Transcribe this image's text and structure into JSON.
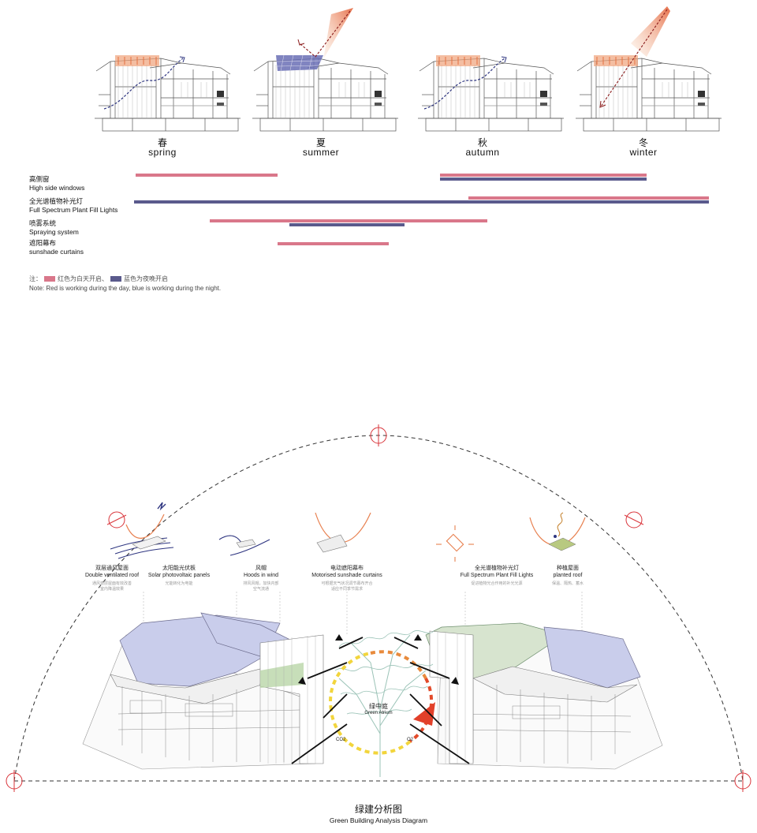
{
  "seasons": [
    {
      "cn": "春",
      "en": "spring"
    },
    {
      "cn": "夏",
      "en": "summer"
    },
    {
      "cn": "秋",
      "en": "autumn"
    },
    {
      "cn": "冬",
      "en": "winter"
    }
  ],
  "rows": [
    {
      "cn": "高侧窗",
      "en": "High side windows"
    },
    {
      "cn": "全光谱植物补光灯",
      "en": "Full Spectrum Plant Fill Lights"
    },
    {
      "cn": "喷雾系统",
      "en": "Spraying system"
    },
    {
      "cn": "遮阳幕布",
      "en": "sunshade curtains"
    }
  ],
  "note": {
    "cn_prefix": "注：",
    "cn_red": "红色为白天开启、",
    "cn_blue": "蓝色为夜晚开启",
    "en": "Note: Red is working during the day, blue is working during the night."
  },
  "colors": {
    "day": "#d9778a",
    "night": "#5a5a8c"
  },
  "callouts": [
    {
      "cn": "双层通风屋面",
      "en": "Double ventilated roof",
      "sub": "通风双层屋面有效改善\n室内降温效果"
    },
    {
      "cn": "太阳能光伏板",
      "en": "Solar photovoltaic panels",
      "sub": "光能转化为电能"
    },
    {
      "cn": "风帽",
      "en": "Hoods in wind",
      "sub": "排风风帽，加快内部\n空气流通"
    },
    {
      "cn": "电动遮阳幕布",
      "en": "Motorised sunshade curtains",
      "sub": "可根据天气状况调节幕布开合\n适应不同季节需求"
    },
    {
      "cn": "全光谱植物补光灯",
      "en": "Full Spectrum Plant Fill Lights",
      "sub": "促进植物光合作用的补光光源"
    },
    {
      "cn": "种植屋面",
      "en": "planted roof",
      "sub": "保温、隔热、蓄水"
    }
  ],
  "atrium": {
    "cn": "绿中庭",
    "en": "Green Atrium",
    "co2": "CO2",
    "o2": "O2"
  },
  "title": {
    "cn": "绿建分析图",
    "en": "Green Building Analysis Diagram"
  }
}
